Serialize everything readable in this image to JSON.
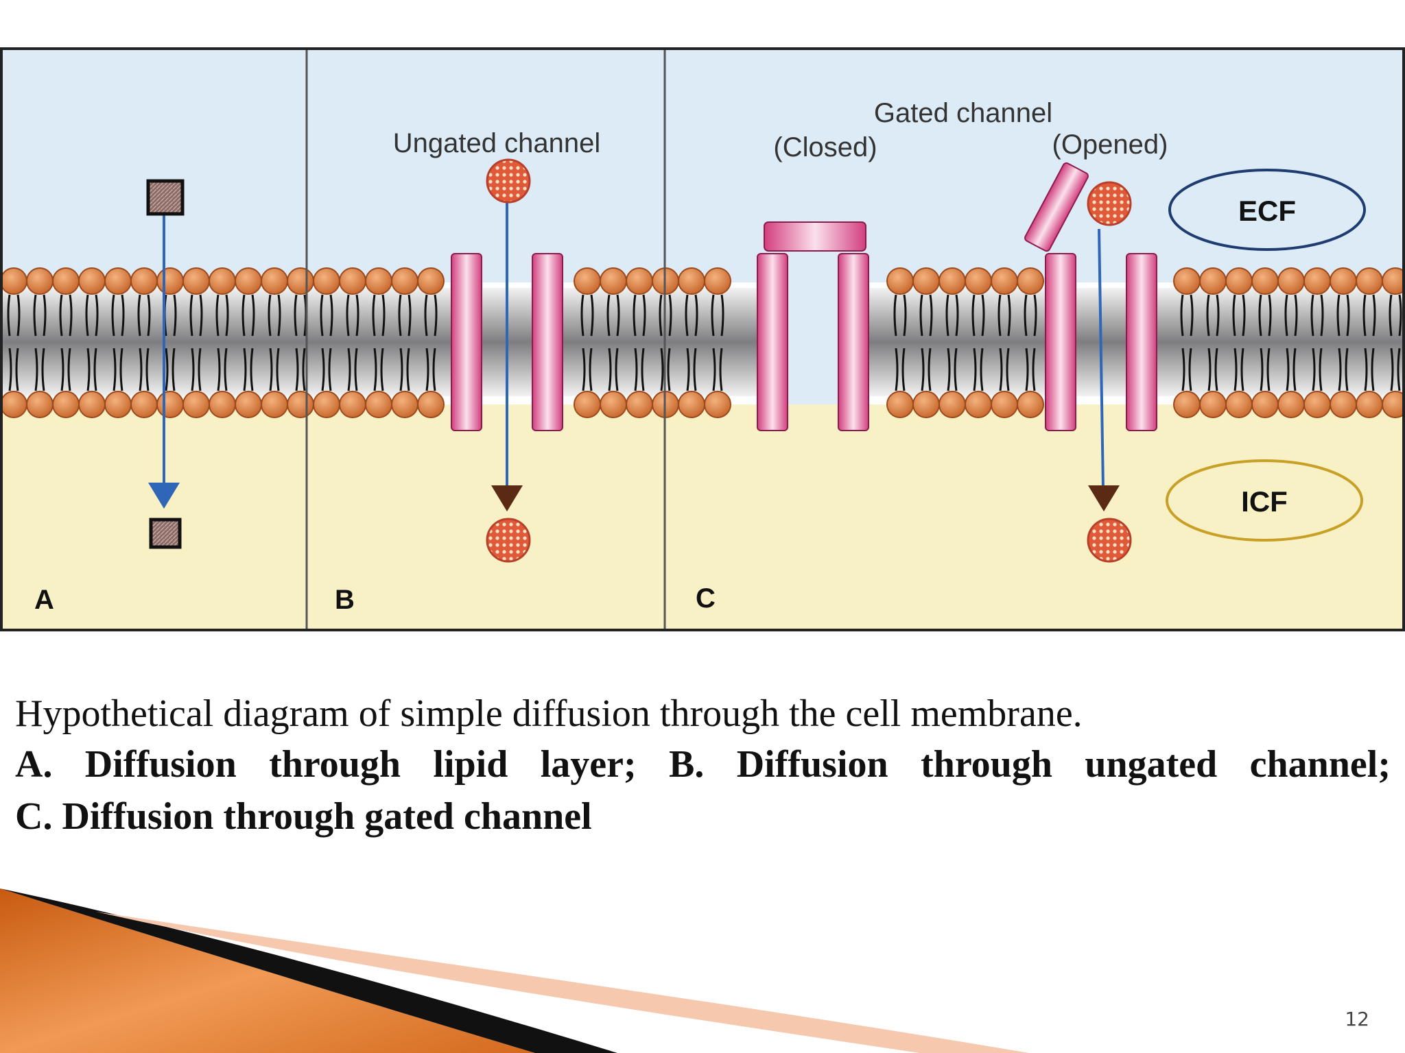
{
  "diagram": {
    "colors": {
      "ecf_bg": "#dcebf6",
      "icf_bg": "#f9f1c6",
      "lipid_head": "#e2884a",
      "channel_pink": "#e0568f",
      "arrow_blue": "#2f66b8",
      "arrow_brown": "#5a2a14",
      "ecf_outline": "#1f3c70",
      "icf_outline": "#c8a028"
    },
    "panel_labels": {
      "a": "A",
      "b": "B",
      "c": "C"
    },
    "ungated_label": "Ungated channel",
    "gated_label": "Gated channel",
    "closed_label": "(Closed)",
    "opened_label": "(Opened)",
    "ecf_label": "ECF",
    "icf_label": "ICF",
    "icons": [
      "square-molecule-icon",
      "round-molecule-icon"
    ]
  },
  "caption": {
    "line1": "Hypothetical diagram of simple diffusion through the cell membrane.",
    "line2": "A. Diffusion through lipid layer; B. Diffusion through ungated channel;",
    "line3": "C. Diffusion through gated channel"
  },
  "slide": {
    "page_number": "12"
  }
}
